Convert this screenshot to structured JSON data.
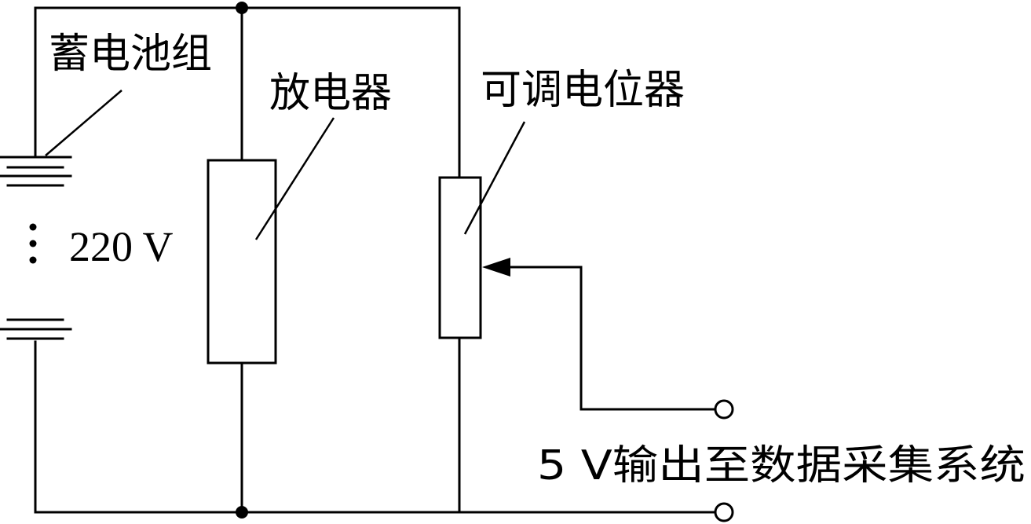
{
  "labels": {
    "battery_bank": "蓄电池组",
    "discharger": "放电器",
    "potentiometer": "可调电位器",
    "battery_voltage": "220 V",
    "output": "5 V输出至数据采集系统"
  },
  "colors": {
    "line": "#000000",
    "background": "#ffffff"
  }
}
